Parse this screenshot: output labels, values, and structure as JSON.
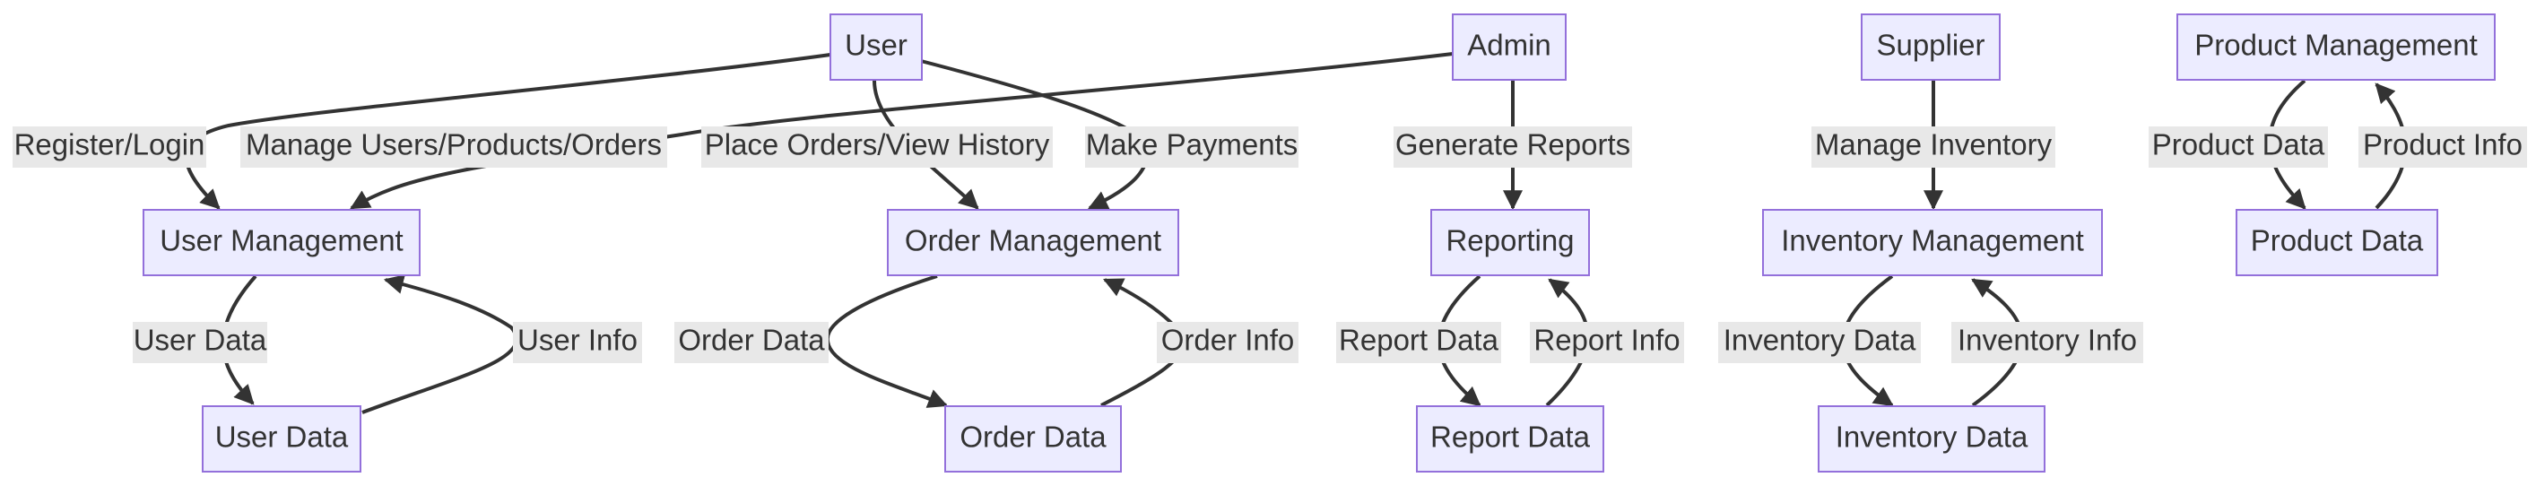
{
  "diagram": {
    "nodes": {
      "user": "User",
      "admin": "Admin",
      "supplier": "Supplier",
      "product_management": "Product Management",
      "user_management": "User Management",
      "order_management": "Order Management",
      "reporting": "Reporting",
      "inventory_management": "Inventory Management",
      "product_data": "Product Data",
      "user_data": "User Data",
      "order_data": "Order Data",
      "report_data": "Report Data",
      "inventory_data": "Inventory Data"
    },
    "edges": {
      "register_login": "Register/Login",
      "manage_all": "Manage Users/Products/Orders",
      "place_orders": "Place Orders/View History",
      "make_payments": "Make Payments",
      "generate_reports": "Generate Reports",
      "manage_inventory": "Manage Inventory",
      "product_data_out": "Product Data",
      "product_info": "Product Info",
      "user_data_out": "User Data",
      "user_info": "User Info",
      "order_data_out": "Order Data",
      "order_info": "Order Info",
      "report_data_out": "Report Data",
      "report_info": "Report Info",
      "inventory_data_out": "Inventory Data",
      "inventory_info": "Inventory Info"
    }
  }
}
